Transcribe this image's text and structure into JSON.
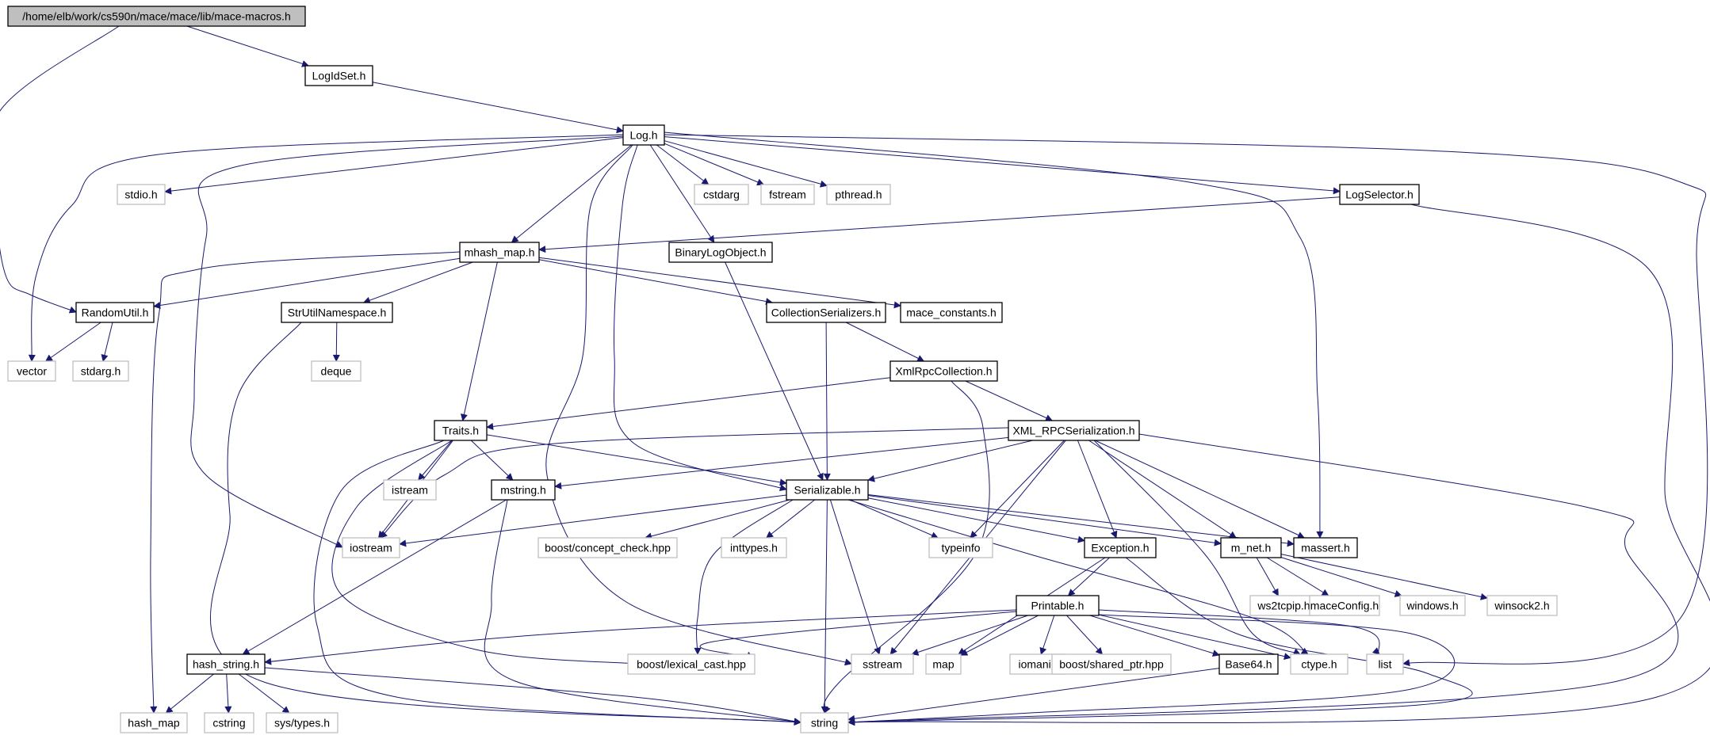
{
  "graph": {
    "colors": {
      "edge": "#191970",
      "node_border": "#000000",
      "external_border": "#bfbfbf",
      "root_fill": "#bfbfbf"
    },
    "nodes": [
      {
        "id": "root",
        "label": "/home/elb/work/cs590n/mace/mace/lib/mace-macros.h",
        "kind": "root"
      },
      {
        "id": "logidset",
        "label": "LogIdSet.h",
        "kind": "internal"
      },
      {
        "id": "log",
        "label": "Log.h",
        "kind": "internal"
      },
      {
        "id": "stdio",
        "label": "stdio.h",
        "kind": "external"
      },
      {
        "id": "cstdarg",
        "label": "cstdarg",
        "kind": "external"
      },
      {
        "id": "fstream",
        "label": "fstream",
        "kind": "external"
      },
      {
        "id": "pthread",
        "label": "pthread.h",
        "kind": "external"
      },
      {
        "id": "logselector",
        "label": "LogSelector.h",
        "kind": "internal"
      },
      {
        "id": "mhash",
        "label": "mhash_map.h",
        "kind": "internal"
      },
      {
        "id": "binlog",
        "label": "BinaryLogObject.h",
        "kind": "internal"
      },
      {
        "id": "randomutil",
        "label": "RandomUtil.h",
        "kind": "internal"
      },
      {
        "id": "strutil",
        "label": "StrUtilNamespace.h",
        "kind": "internal"
      },
      {
        "id": "collser",
        "label": "CollectionSerializers.h",
        "kind": "internal"
      },
      {
        "id": "maceconst",
        "label": "mace_constants.h",
        "kind": "internal"
      },
      {
        "id": "vector",
        "label": "vector",
        "kind": "external"
      },
      {
        "id": "stdarg",
        "label": "stdarg.h",
        "kind": "external"
      },
      {
        "id": "deque",
        "label": "deque",
        "kind": "external"
      },
      {
        "id": "xmlcoll",
        "label": "XmlRpcCollection.h",
        "kind": "internal"
      },
      {
        "id": "traits",
        "label": "Traits.h",
        "kind": "internal"
      },
      {
        "id": "xmlser",
        "label": "XML_RPCSerialization.h",
        "kind": "internal"
      },
      {
        "id": "istream",
        "label": "istream",
        "kind": "external"
      },
      {
        "id": "mstring",
        "label": "mstring.h",
        "kind": "internal"
      },
      {
        "id": "serial",
        "label": "Serializable.h",
        "kind": "internal"
      },
      {
        "id": "iostream",
        "label": "iostream",
        "kind": "external"
      },
      {
        "id": "concept",
        "label": "boost/concept_check.hpp",
        "kind": "external"
      },
      {
        "id": "inttypes",
        "label": "inttypes.h",
        "kind": "external"
      },
      {
        "id": "typeinfo",
        "label": "typeinfo",
        "kind": "external"
      },
      {
        "id": "exception",
        "label": "Exception.h",
        "kind": "internal"
      },
      {
        "id": "mnet",
        "label": "m_net.h",
        "kind": "internal"
      },
      {
        "id": "massert",
        "label": "massert.h",
        "kind": "internal"
      },
      {
        "id": "ws2",
        "label": "ws2tcpip.h",
        "kind": "external"
      },
      {
        "id": "maceconfig",
        "label": "maceConfig.h",
        "kind": "external"
      },
      {
        "id": "windows",
        "label": "windows.h",
        "kind": "external"
      },
      {
        "id": "winsock",
        "label": "winsock2.h",
        "kind": "external"
      },
      {
        "id": "printable",
        "label": "Printable.h",
        "kind": "internal"
      },
      {
        "id": "hashstring",
        "label": "hash_string.h",
        "kind": "internal"
      },
      {
        "id": "lexical",
        "label": "boost/lexical_cast.hpp",
        "kind": "external"
      },
      {
        "id": "sstream",
        "label": "sstream",
        "kind": "external"
      },
      {
        "id": "map",
        "label": "map",
        "kind": "external"
      },
      {
        "id": "iomanip",
        "label": "iomanip",
        "kind": "external"
      },
      {
        "id": "sharedptr",
        "label": "boost/shared_ptr.hpp",
        "kind": "external"
      },
      {
        "id": "base64",
        "label": "Base64.h",
        "kind": "internal"
      },
      {
        "id": "ctype",
        "label": "ctype.h",
        "kind": "external"
      },
      {
        "id": "list",
        "label": "list",
        "kind": "external"
      },
      {
        "id": "hashmap",
        "label": "hash_map",
        "kind": "external"
      },
      {
        "id": "cstring",
        "label": "cstring",
        "kind": "external"
      },
      {
        "id": "systypes",
        "label": "sys/types.h",
        "kind": "external"
      },
      {
        "id": "string",
        "label": "string",
        "kind": "external"
      }
    ],
    "edges": [
      [
        "root",
        "logidset"
      ],
      [
        "root",
        "randomutil"
      ],
      [
        "logidset",
        "log"
      ],
      [
        "log",
        "stdio"
      ],
      [
        "log",
        "cstdarg"
      ],
      [
        "log",
        "fstream"
      ],
      [
        "log",
        "pthread"
      ],
      [
        "log",
        "logselector"
      ],
      [
        "log",
        "mhash"
      ],
      [
        "log",
        "binlog"
      ],
      [
        "log",
        "vector"
      ],
      [
        "log",
        "iostream"
      ],
      [
        "log",
        "serial"
      ],
      [
        "log",
        "sstream"
      ],
      [
        "log",
        "massert"
      ],
      [
        "log",
        "list"
      ],
      [
        "logselector",
        "mhash"
      ],
      [
        "logselector",
        "string"
      ],
      [
        "mhash",
        "randomutil"
      ],
      [
        "mhash",
        "strutil"
      ],
      [
        "mhash",
        "collser"
      ],
      [
        "mhash",
        "maceconst"
      ],
      [
        "mhash",
        "traits"
      ],
      [
        "mhash",
        "hashmap"
      ],
      [
        "binlog",
        "serial"
      ],
      [
        "randomutil",
        "vector"
      ],
      [
        "randomutil",
        "stdarg"
      ],
      [
        "strutil",
        "deque"
      ],
      [
        "strutil",
        "string"
      ],
      [
        "collser",
        "xmlcoll"
      ],
      [
        "collser",
        "serial"
      ],
      [
        "xmlcoll",
        "traits"
      ],
      [
        "xmlcoll",
        "xmlser"
      ],
      [
        "xmlcoll",
        "string"
      ],
      [
        "traits",
        "istream"
      ],
      [
        "traits",
        "iostream"
      ],
      [
        "traits",
        "mstring"
      ],
      [
        "traits",
        "serial"
      ],
      [
        "traits",
        "string"
      ],
      [
        "traits",
        "lexical"
      ],
      [
        "xmlser",
        "mstring"
      ],
      [
        "xmlser",
        "serial"
      ],
      [
        "xmlser",
        "iostream"
      ],
      [
        "xmlser",
        "typeinfo"
      ],
      [
        "xmlser",
        "exception"
      ],
      [
        "xmlser",
        "mnet"
      ],
      [
        "xmlser",
        "massert"
      ],
      [
        "xmlser",
        "sstream"
      ],
      [
        "xmlser",
        "ctype"
      ],
      [
        "xmlser",
        "string"
      ],
      [
        "mstring",
        "hashstring"
      ],
      [
        "mstring",
        "string"
      ],
      [
        "serial",
        "iostream"
      ],
      [
        "serial",
        "concept"
      ],
      [
        "serial",
        "inttypes"
      ],
      [
        "serial",
        "typeinfo"
      ],
      [
        "serial",
        "exception"
      ],
      [
        "serial",
        "mnet"
      ],
      [
        "serial",
        "massert"
      ],
      [
        "serial",
        "lexical"
      ],
      [
        "serial",
        "sstream"
      ],
      [
        "serial",
        "string"
      ],
      [
        "serial",
        "ctype"
      ],
      [
        "exception",
        "printable"
      ],
      [
        "exception",
        "map"
      ],
      [
        "exception",
        "string"
      ],
      [
        "mnet",
        "ws2"
      ],
      [
        "mnet",
        "maceconfig"
      ],
      [
        "mnet",
        "windows"
      ],
      [
        "mnet",
        "winsock"
      ],
      [
        "printable",
        "hashstring"
      ],
      [
        "printable",
        "lexical"
      ],
      [
        "printable",
        "sstream"
      ],
      [
        "printable",
        "map"
      ],
      [
        "printable",
        "iomanip"
      ],
      [
        "printable",
        "sharedptr"
      ],
      [
        "printable",
        "base64"
      ],
      [
        "printable",
        "ctype"
      ],
      [
        "printable",
        "list"
      ],
      [
        "printable",
        "string"
      ],
      [
        "hashstring",
        "hashmap"
      ],
      [
        "hashstring",
        "cstring"
      ],
      [
        "hashstring",
        "systypes"
      ],
      [
        "hashstring",
        "string"
      ],
      [
        "base64",
        "string"
      ]
    ]
  }
}
